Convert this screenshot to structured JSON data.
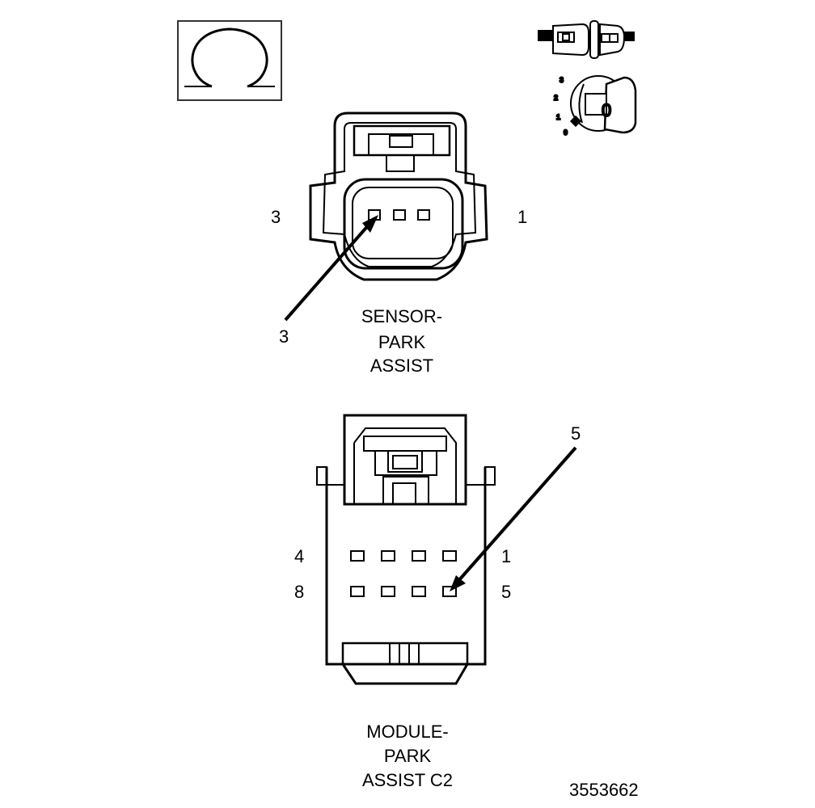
{
  "diagram": {
    "figure_number": "3553662",
    "key_position_labels": [
      "3",
      "2",
      "1",
      "0"
    ],
    "key_symbol_label": "0",
    "sensor_connector": {
      "title_lines": [
        "SENSOR-",
        "PARK",
        "ASSIST"
      ],
      "pin_left_label": "3",
      "pin_right_label": "1",
      "callout_label": "3",
      "pin_count": 3
    },
    "module_connector": {
      "title_lines": [
        "MODULE-",
        "PARK",
        "ASSIST C2"
      ],
      "row1_left_label": "4",
      "row1_right_label": "1",
      "row2_left_label": "8",
      "row2_right_label": "5",
      "callout_label": "5",
      "pin_count": 8
    }
  }
}
